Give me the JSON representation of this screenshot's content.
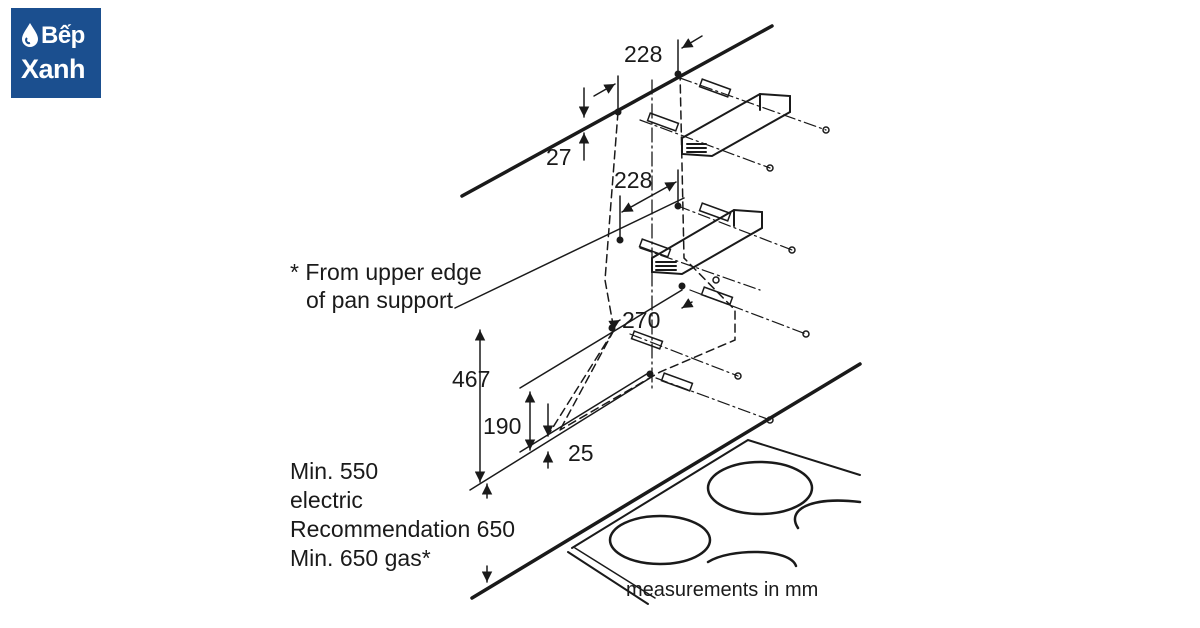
{
  "brand": {
    "line1": "Bếp",
    "line2": "Xanh",
    "bg_color": "#1b4f8f",
    "icon": "water-drop-icon"
  },
  "diagram": {
    "dimensions": {
      "top_width": "228",
      "upper_offset": "27",
      "mid_width": "228",
      "lower_width": "270",
      "height_467": "467",
      "height_190": "190",
      "offset_25": "25"
    },
    "notes": {
      "from_edge_line1": "* From upper edge",
      "from_edge_line2": "of pan support",
      "min_line1": "Min. 550",
      "min_line2": "electric",
      "min_line3": "Recommendation 650",
      "min_line4": "Min. 650 gas*",
      "units": "measurements in mm"
    }
  }
}
